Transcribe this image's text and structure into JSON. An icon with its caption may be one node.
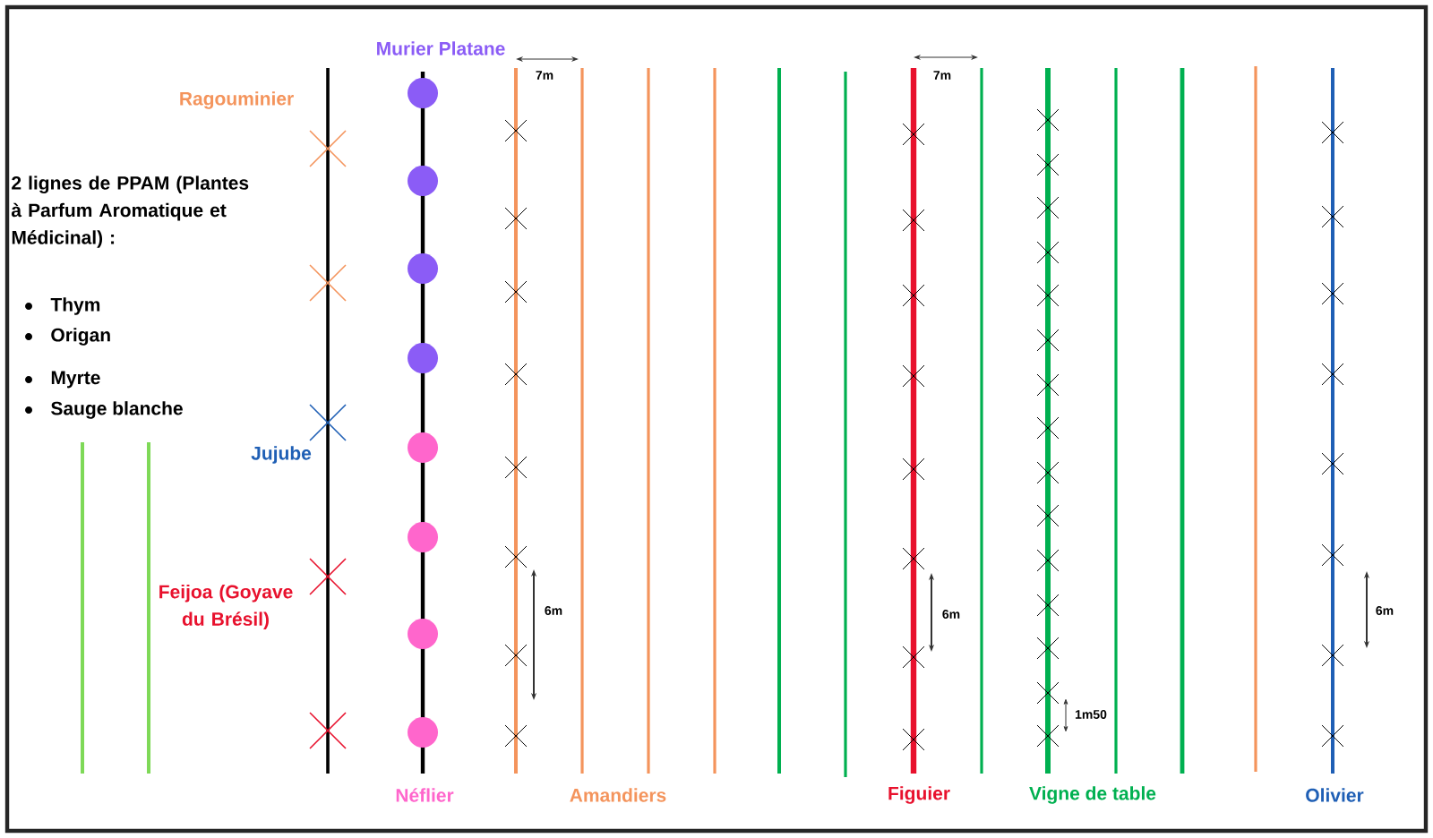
{
  "diagram": {
    "labels": [
      "Murier Platane",
      "Ragouminier",
      "7m",
      "7m",
      "2 lignes de PPAM (Plantes à Parfum Aromatique et Médicinal) :",
      "Thym",
      "Origan",
      "Myrte",
      "Sauge blanche",
      "Jujube",
      "Feijoa (Goyave du Brésil)",
      "6m",
      "6m",
      "6m",
      "1m50",
      "Néflier",
      "Amandiers",
      "Figuier",
      "Vigne de table",
      "Olivier"
    ]
  }
}
